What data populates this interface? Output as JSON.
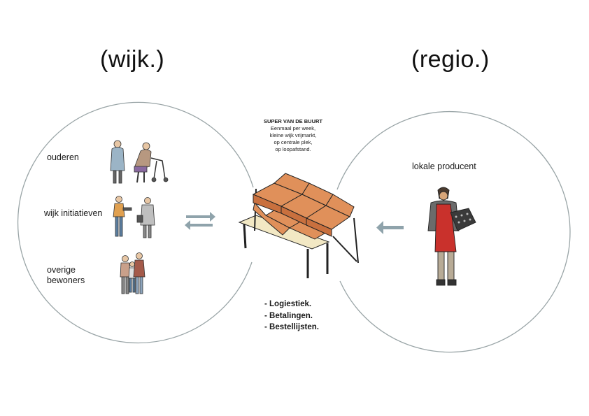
{
  "titles": {
    "left": "(wijk.)",
    "right": "(regio.)"
  },
  "groups": {
    "ouderen": "ouderen",
    "wijk_initiatieven": "wijk initiatieven",
    "overige_line1": "overige",
    "overige_line2": "bewoners",
    "producent": "lokale producent"
  },
  "stall": {
    "title": "SUPER VAN DE BUURT",
    "lines": [
      "Eenmaal per week,",
      "kleine wijk vrijmarkt,",
      "op centrale plek,",
      "op loopafstand."
    ]
  },
  "services": [
    "- Logiestiek.",
    "- Betalingen.",
    "- Bestellijsten."
  ],
  "colors": {
    "circle": "#9aa5a7",
    "arrow": "#8fa3ab",
    "crate": "#e0905a",
    "apron": "#c9312c"
  }
}
